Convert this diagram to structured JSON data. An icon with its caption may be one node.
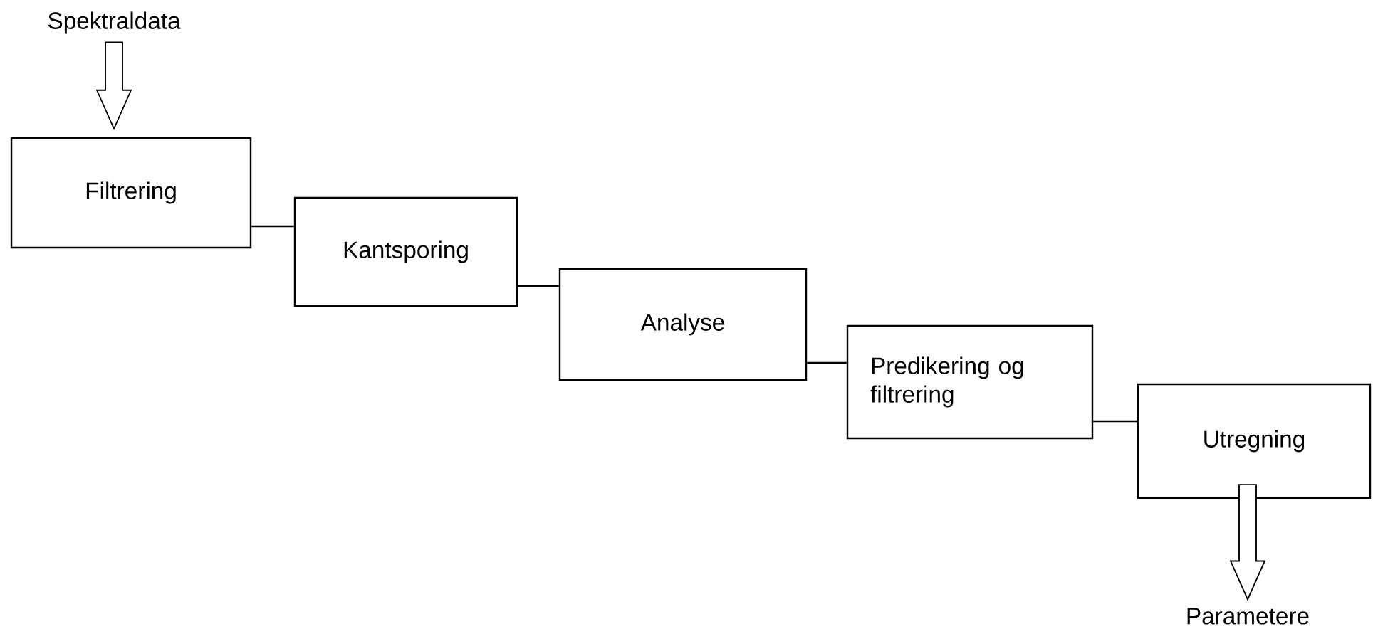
{
  "diagram": {
    "nodes": [
      {
        "text": [
          "Spektraldata"
        ]
      },
      {
        "text": [
          "Filtrering"
        ]
      },
      {
        "text": [
          "Kantsporing"
        ]
      },
      {
        "text": [
          "Analyse"
        ]
      },
      {
        "text": [
          "Predikering og filtrering"
        ]
      },
      {
        "text": [
          "Utregning"
        ]
      },
      {
        "text": [
          "Parametere"
        ]
      }
    ],
    "edges": [
      {
        "from": 0,
        "to": 1,
        "arrow": "to"
      },
      {
        "from": 1,
        "to": 2,
        "arrow": "none"
      },
      {
        "from": 2,
        "to": 3,
        "arrow": "none"
      },
      {
        "from": 3,
        "to": 4,
        "arrow": "none"
      },
      {
        "from": 4,
        "to": 5,
        "arrow": "none"
      },
      {
        "from": 5,
        "to": 6,
        "arrow": "to"
      }
    ]
  }
}
